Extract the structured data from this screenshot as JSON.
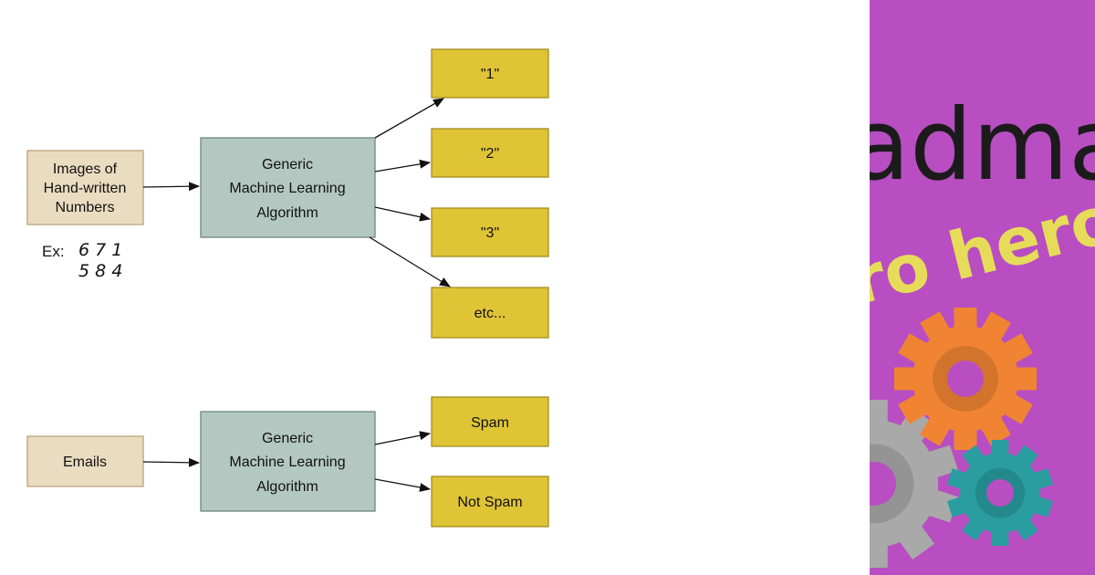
{
  "colors": {
    "input_fill": "#eadcc0",
    "input_stroke": "#b8a47c",
    "algo_fill": "#b3c8c0",
    "algo_stroke": "#6f8580",
    "output_fill": "#dfc436",
    "output_stroke": "#a38d20",
    "panel_bg": "#b84ec1",
    "gear_orange": "#f08433",
    "gear_teal": "#2a9da1",
    "gear_gray": "#a9a9a9"
  },
  "top": {
    "input_lines": [
      "Images of",
      "Hand-written",
      "Numbers"
    ],
    "algo_lines": [
      "Generic",
      "Machine Learning",
      "Algorithm"
    ],
    "outputs": [
      "\"1\"",
      "\"2\"",
      "\"3\"",
      "etc..."
    ],
    "example_label": "Ex:",
    "example_row1": "6 7 1",
    "example_row2": "5 8 4"
  },
  "bottom": {
    "input_lines": [
      "Emails"
    ],
    "algo_lines": [
      "Generic",
      "Machine Learning",
      "Algorithm"
    ],
    "outputs": [
      "Spam",
      "Not Spam"
    ]
  },
  "side": {
    "word1": "admap",
    "word2": "ro hero",
    "icons": [
      "gear-icon",
      "gear-icon",
      "gear-icon"
    ]
  }
}
